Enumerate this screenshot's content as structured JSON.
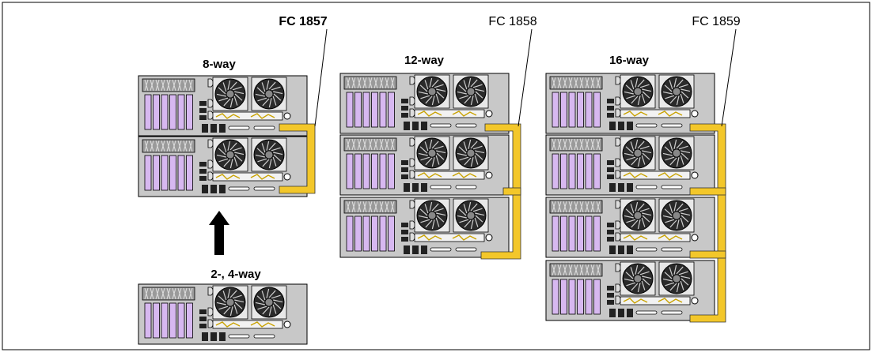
{
  "diagram": {
    "groups": [
      {
        "id": "8way",
        "label": "8-way",
        "feature_code": "FC 1857",
        "fc_bold": true,
        "units": 2
      },
      {
        "id": "12way",
        "label": "12-way",
        "feature_code": "FC 1858",
        "fc_bold": false,
        "units": 3
      },
      {
        "id": "16way",
        "label": "16-way",
        "feature_code": "FC 1859",
        "fc_bold": false,
        "units": 4
      }
    ],
    "base": {
      "label": "2-, 4-way"
    },
    "colors": {
      "chassis": "#c8c8c8",
      "slot": "#d7b8f0",
      "cable": "#f3c72a",
      "arrow": "#000000",
      "border": "#000000"
    },
    "icons": {
      "upgrade_arrow": "arrow-up-icon",
      "fan": "fan-icon",
      "cable": "cable-icon"
    }
  }
}
